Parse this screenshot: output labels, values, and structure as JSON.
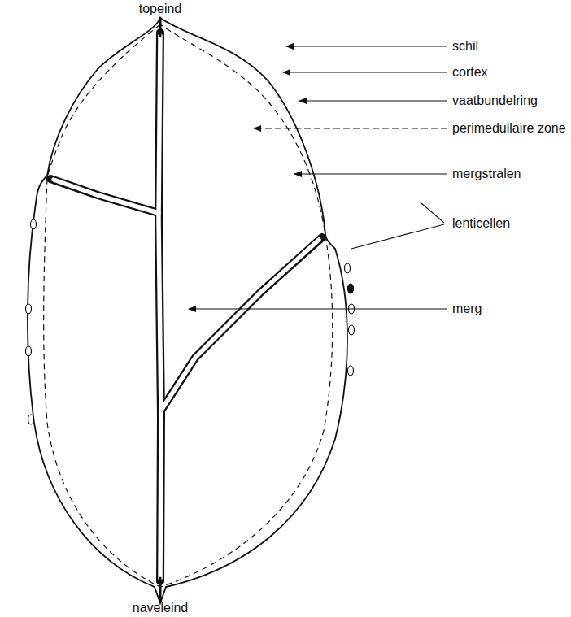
{
  "diagram": {
    "labels": [
      "topeind",
      "schil",
      "cortex",
      "vaatbundelring",
      "perimedullaire zone",
      "mergstralen",
      "lenticellen",
      "merg",
      "naveleind"
    ]
  }
}
